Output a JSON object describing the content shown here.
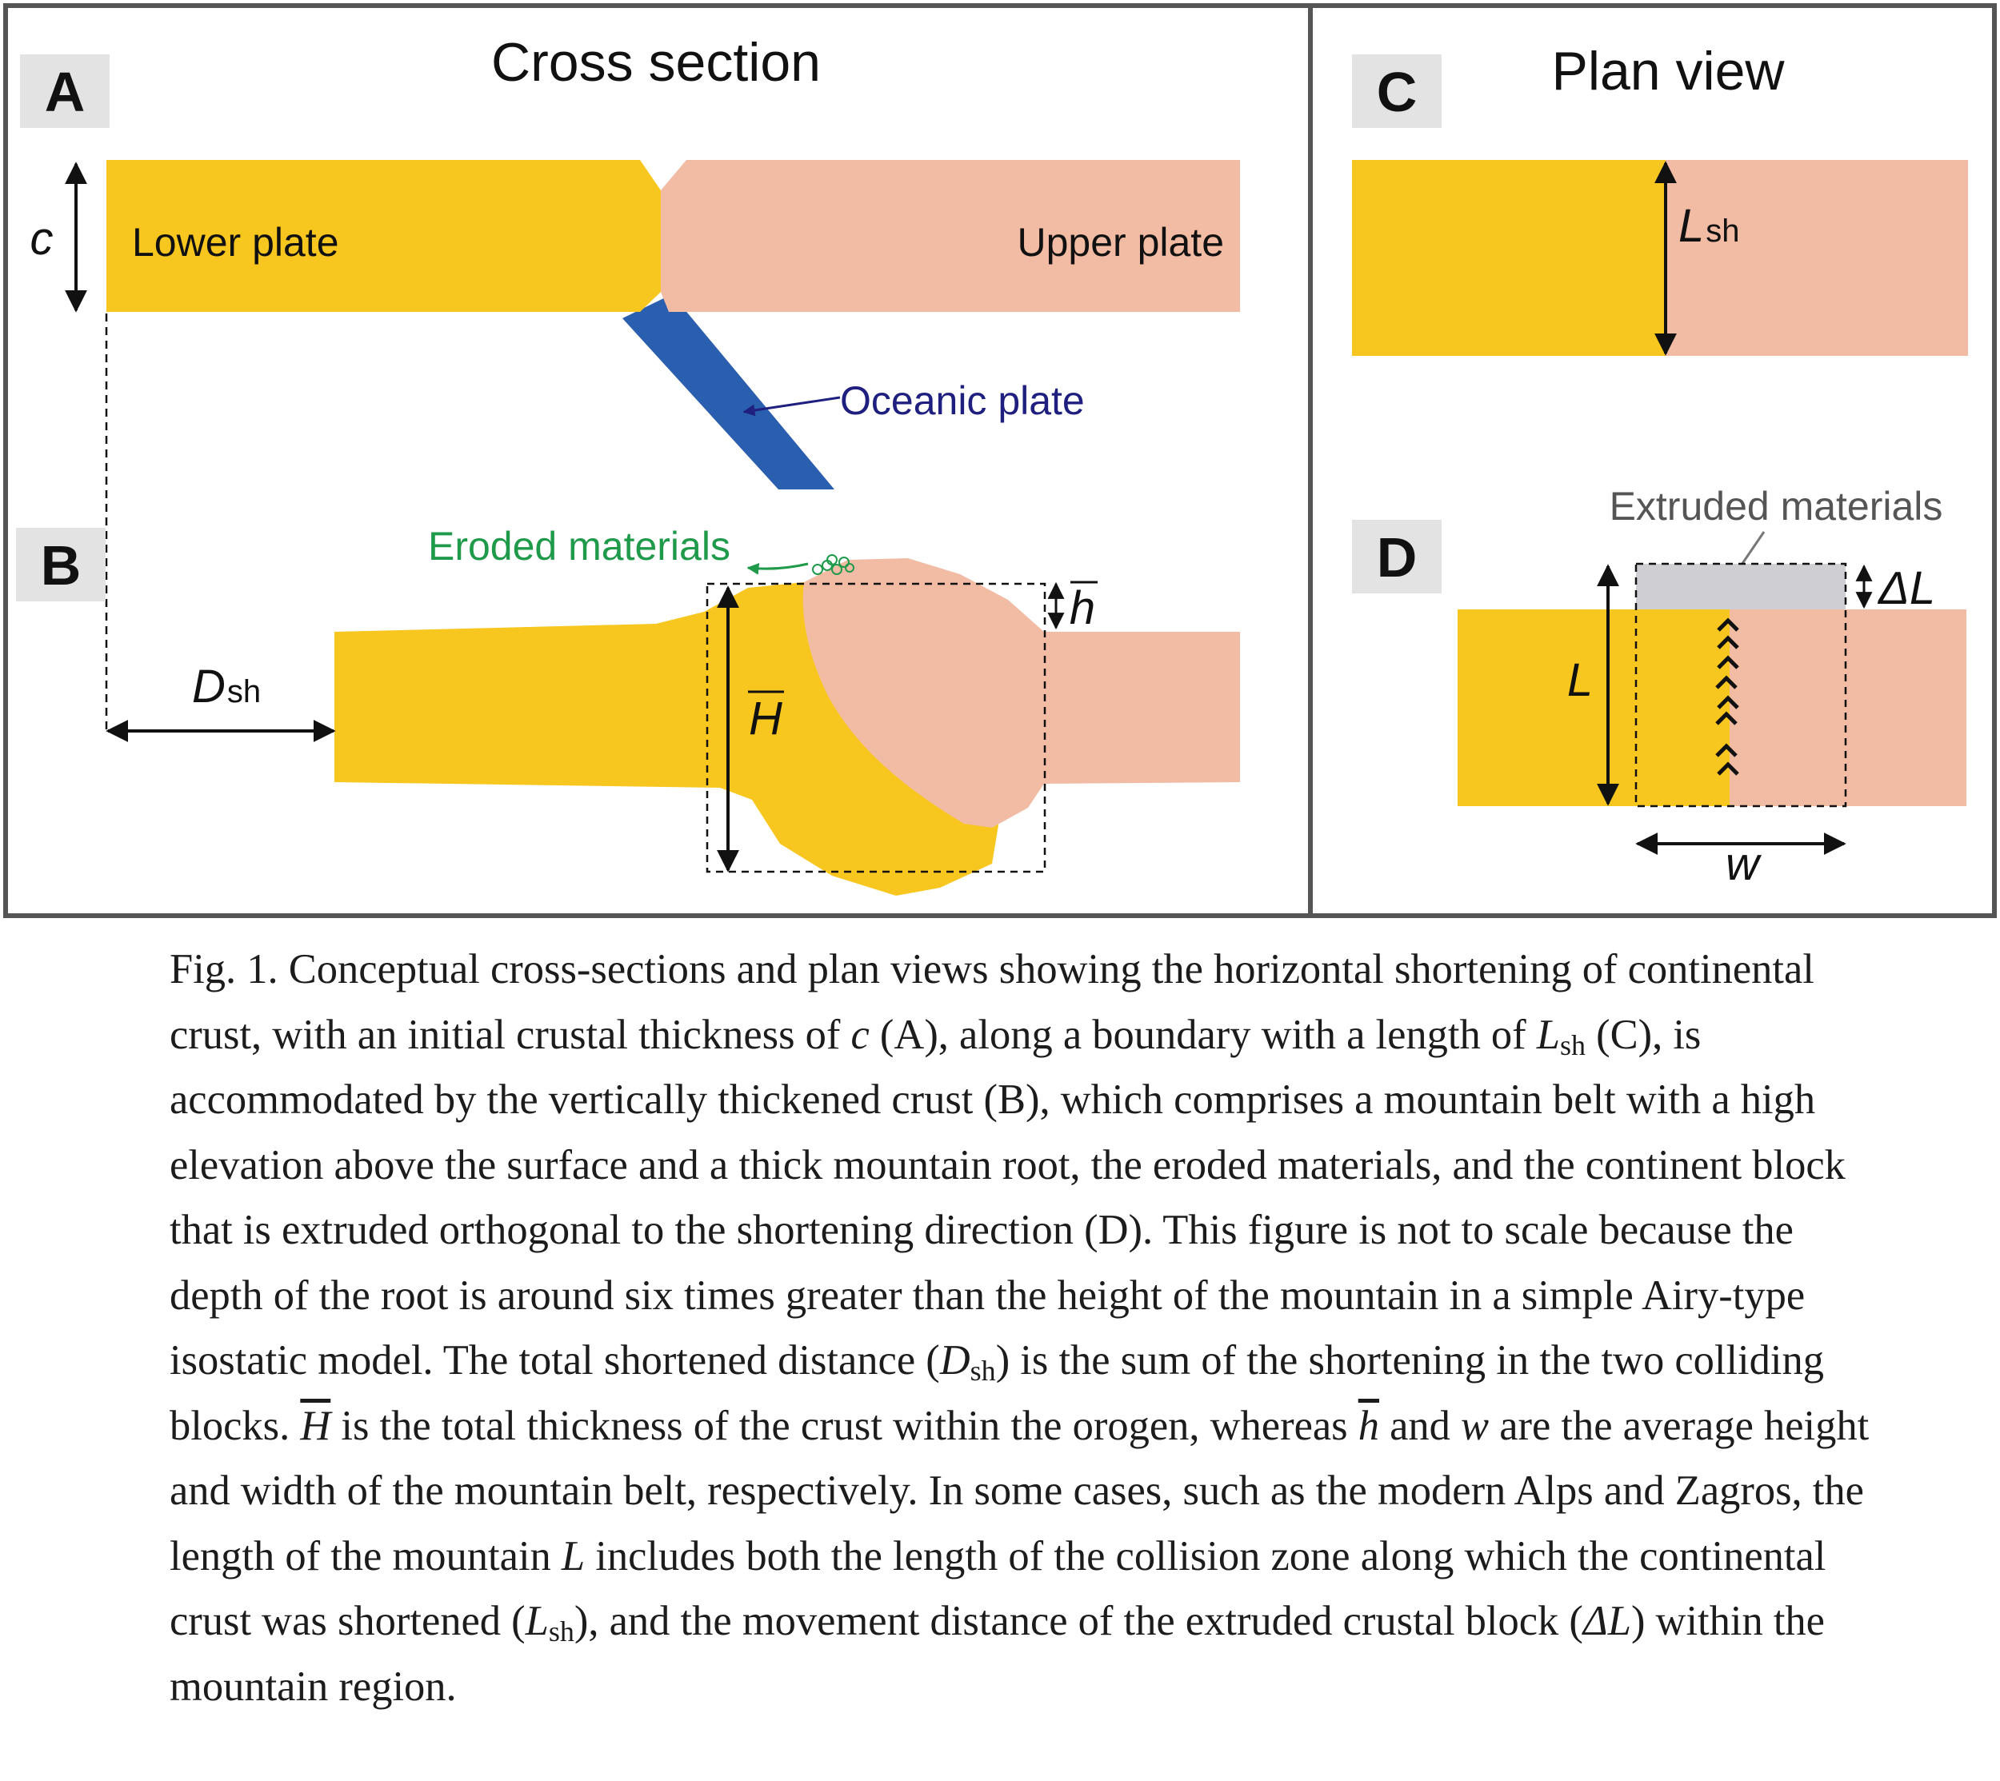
{
  "panels": {
    "A": {
      "letter": "A",
      "title": "Cross section",
      "thickness_symbol": "c",
      "lower_plate": "Lower plate",
      "upper_plate": "Upper plate",
      "oceanic_plate": "Oceanic plate"
    },
    "B": {
      "letter": "B",
      "eroded": "Eroded materials",
      "dsh": "D",
      "dsh_sub": "sh",
      "H": "H",
      "h": "h"
    },
    "C": {
      "letter": "C",
      "title": "Plan view",
      "lsh": "L",
      "lsh_sub": "sh"
    },
    "D": {
      "letter": "D",
      "extruded": "Extruded materials",
      "L": "L",
      "dL": "ΔL",
      "w": "w"
    }
  },
  "colors": {
    "lower_plate": "#f8c71f",
    "upper_plate": "#f2bba3",
    "oceanic": "#2a5eae",
    "eroded": "#1f9a4a",
    "oceanic_label": "#1f1f80",
    "extruded": "#cfcfd3",
    "letter_bg": "#e3e3e3"
  },
  "caption": {
    "t1": "Fig. 1. Conceptual cross-sections and plan views showing the horizontal shortening of continental crust, with an initial crustal thickness of ",
    "c": "c",
    "t2": " (A), along a boundary with a length of ",
    "Lsh": "L",
    "Lsh_sub": "sh",
    "t3": " (C), is accommodated by the vertically thickened crust (B), which comprises a mountain belt with a high elevation above the surface and a thick mountain root, the eroded materials, and the continent block that is extruded orthogonal to the shortening direction (D). This figure is not to scale because the depth of the root is around six times greater than the height of the mountain in a simple Airy-type isostatic model. The total shortened distance (",
    "Dsh": "D",
    "Dsh_sub": "sh",
    "t4": ") is the sum of the shortening in the two colliding blocks. ",
    "H": "H",
    "t5": " is the total thickness of the crust within the orogen, whereas ",
    "h": "h",
    "t6": " and ",
    "w": "w",
    "t7": " are the average height and width of the mountain belt, respectively. In some cases, such as the modern Alps and Zagros, the length of the mountain ",
    "L": "L",
    "t8": " includes both the length of the collision zone along which the continental crust was shortened (",
    "Lsh2": "L",
    "Lsh2_sub": "sh",
    "t9": "), and the movement distance of the extruded crustal block (",
    "dL": "ΔL",
    "t10": ") within the mountain region."
  }
}
